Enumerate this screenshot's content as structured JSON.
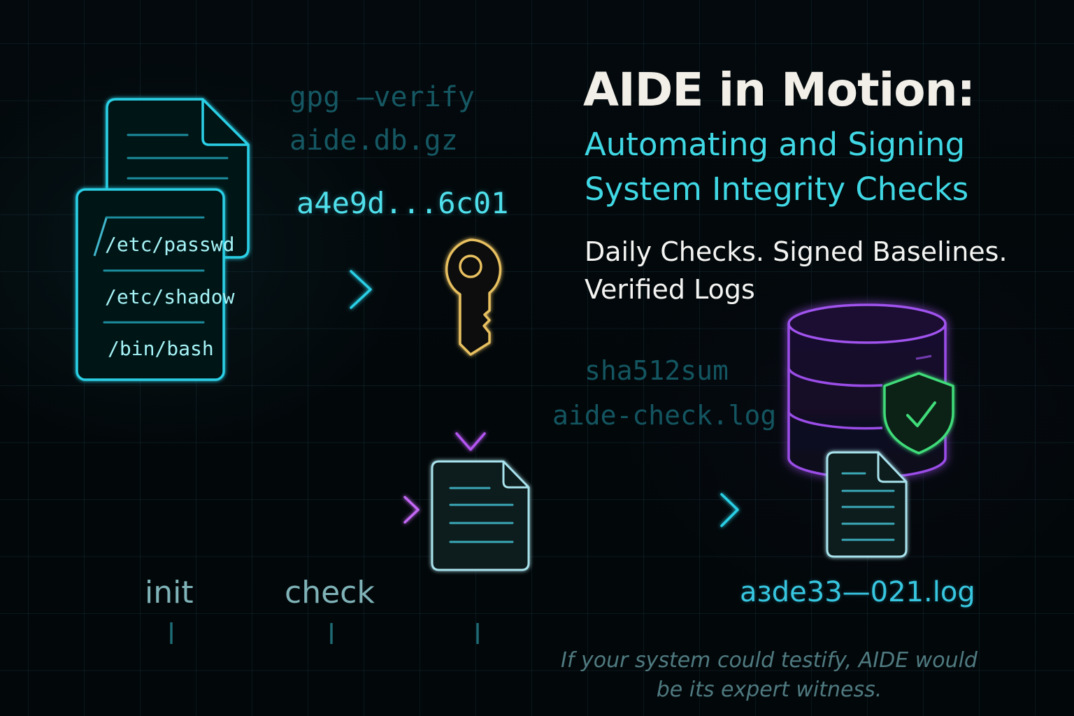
{
  "title": {
    "main": "AIDE in Motion:",
    "subtitle_line1": "Automating and Signing",
    "subtitle_line2": "System Integrity Checks",
    "tagline_line1": "Daily Checks. Signed Baselines.",
    "tagline_line2": "Verified Logs"
  },
  "commands": {
    "gpg_verify": "gpg —verify",
    "db_file": "aide.db.gz",
    "hash_value": "a4e9d...6c01",
    "sha_tool": "sha512sum",
    "check_log": "aide-check.log",
    "output_log": "aзde33—021.log"
  },
  "monitored_files": [
    {
      "path": "/etc/passwd"
    },
    {
      "path": "/etc/shadow"
    },
    {
      "path": "/bin/bash"
    }
  ],
  "timeline": {
    "stages": [
      {
        "label": "init"
      },
      {
        "label": "check"
      },
      {
        "label": ""
      }
    ]
  },
  "quote": "If your system could testify, AIDE would be its expert witness.",
  "icons": {
    "baseline_documents": "document-stack-icon",
    "signing_key": "key-icon",
    "report_document": "document-icon",
    "database": "database-icon",
    "verified_shield": "shield-check-icon",
    "output_document": "document-icon"
  },
  "colors": {
    "background": "#03090c",
    "cyan_accent": "#3fd8e4",
    "key_gold": "#e8c060",
    "purple_flow": "#b455f0",
    "database_purple": "#9b4ee8",
    "shield_green": "#3fdc7a",
    "title_white": "#f2efe8",
    "muted_command": "#155762"
  }
}
